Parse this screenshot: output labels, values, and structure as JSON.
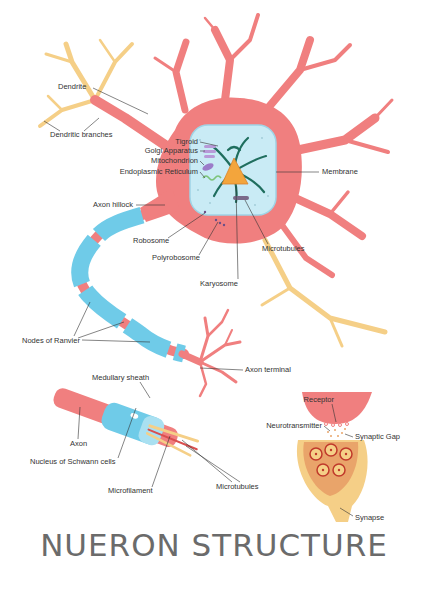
{
  "diagram": {
    "title": "NUERON STRUCTURE",
    "labels": [
      "Dendrite",
      "Dendritic branches",
      "Tigroid",
      "Golgi Apparatus",
      "Mitochondrion",
      "Endoplasmic Reticulum",
      "Axon hillock",
      "Robosome",
      "Polyrobosome",
      "Karyosome",
      "Membrane",
      "Microtubules",
      "Nodes of Ranvier",
      "Axon terminal",
      "Medullary sheath",
      "Axon",
      "Nucleus of Schwann cells",
      "Microfilament",
      "Microtubules",
      "Receptor",
      "Neurotransmitter",
      "Synaptic Gap",
      "Synapse"
    ]
  }
}
